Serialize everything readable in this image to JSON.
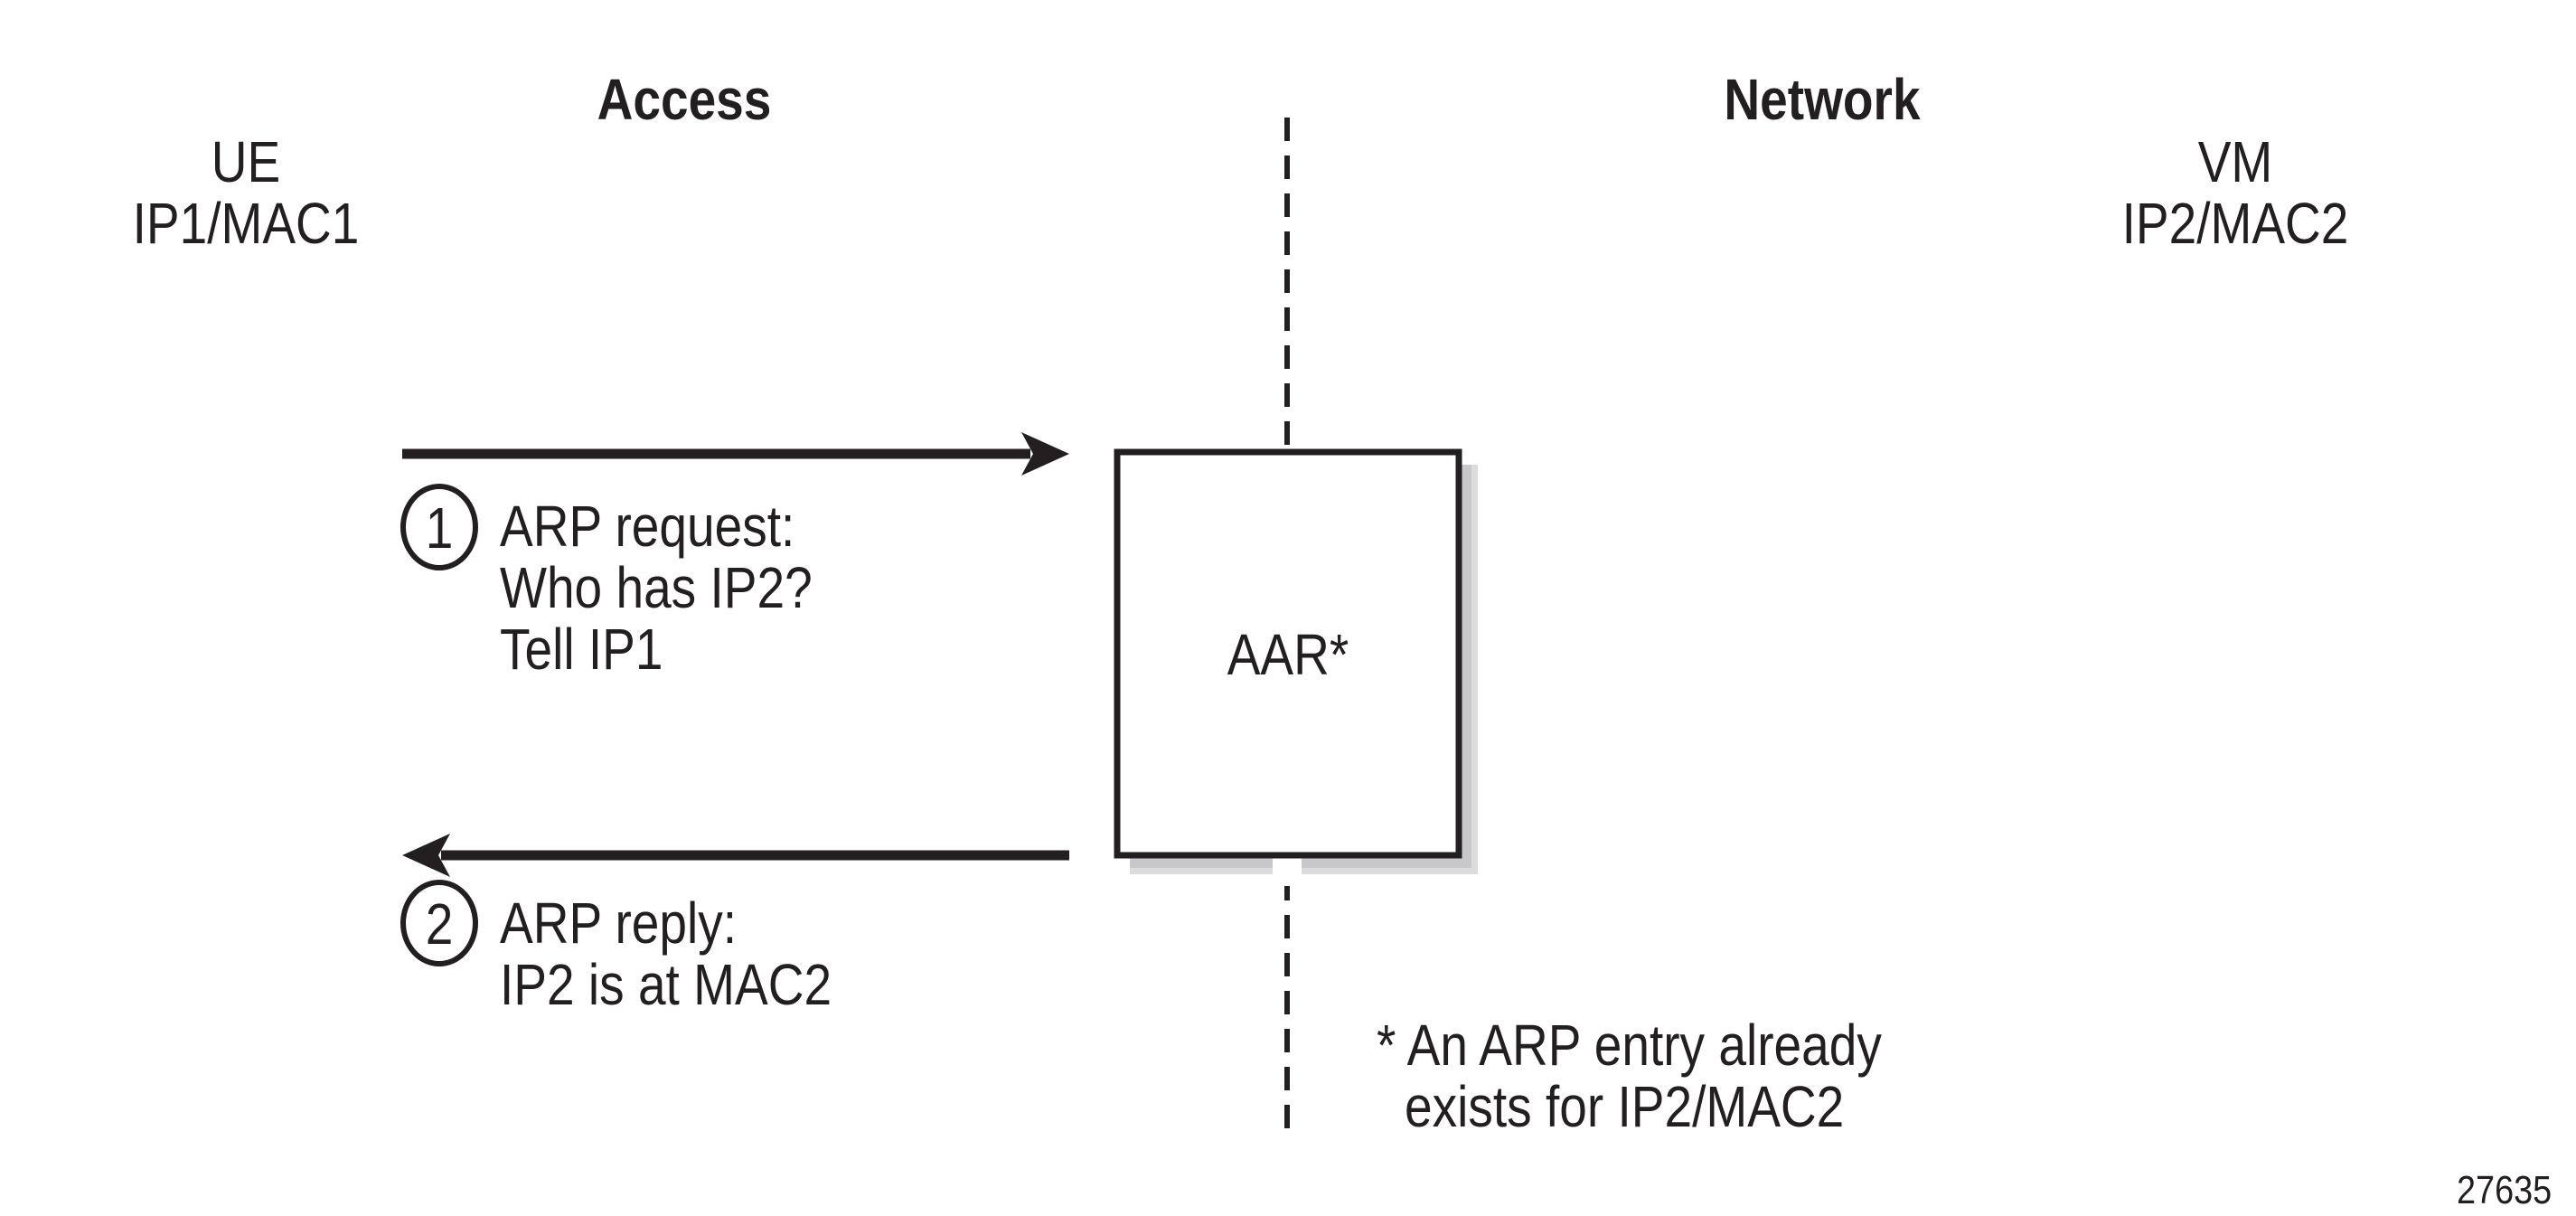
{
  "zones": {
    "left": "Access",
    "right": "Network"
  },
  "endpoints": {
    "ue": {
      "name": "UE",
      "address": "IP1/MAC1"
    },
    "vm": {
      "name": "VM",
      "address": "IP2/MAC2"
    }
  },
  "device": {
    "label": "AAR*"
  },
  "steps": [
    {
      "number": "1",
      "lines": [
        "ARP request:",
        "Who has IP2?",
        "Tell IP1"
      ],
      "direction": "UE to AAR"
    },
    {
      "number": "2",
      "lines": [
        "ARP reply:",
        "IP2 is at MAC2"
      ],
      "direction": "AAR to UE"
    }
  ],
  "footnote": {
    "lines": [
      "* An ARP entry already",
      "exists for IP2/MAC2"
    ]
  },
  "figure_id": "27635",
  "colors": {
    "ink": "#231f20",
    "shadow_inner": "#c8c8ca",
    "shadow_outer": "#dcdcde"
  }
}
